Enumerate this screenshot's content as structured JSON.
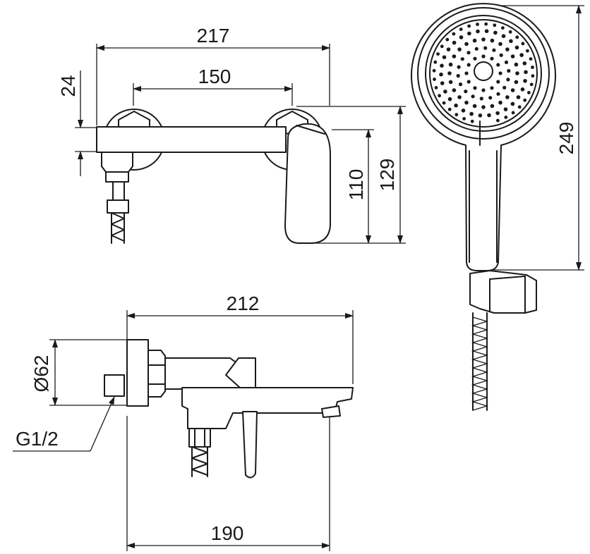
{
  "dimensions": {
    "top_overall_width": "217",
    "centre_distance": "150",
    "bar_offset": "24",
    "lever_height": "110",
    "overall_height": "129",
    "handshower_length": "249",
    "side_overall_width": "212",
    "rosette_diameter": "Ø62",
    "thread_size": "G1/2",
    "spout_projection": "190"
  }
}
